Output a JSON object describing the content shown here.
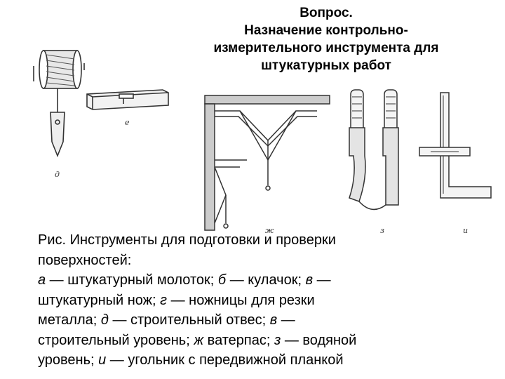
{
  "title": {
    "line1": "Вопрос.",
    "line2": "Назначение контрольно-",
    "line3": "измерительного инструмента для",
    "line4": "штукатурных работ"
  },
  "figures": {
    "plumb_label": "д",
    "level_label": "е",
    "waterpass_label": "ж",
    "water_level_label": "з",
    "square_label": "и"
  },
  "caption": {
    "line1": "Рис.  Инструменты для подготовки и проверки",
    "line2": "поверхностей:",
    "a_letter": "а",
    "a_text": " — штукатурный молоток; ",
    "b_letter": "б",
    "b_text": " — кулачок; ",
    "v_letter": "в",
    "v_text": " —",
    "line4": "штукатурный нож; ",
    "g_letter": "г",
    "g_text": " — ножницы для резки",
    "line5": "металла; ",
    "d_letter": "д",
    "d_text": " — строительный отвес; ",
    "v2_letter": "в",
    "v2_text": " —",
    "line6": "строительный уровень; ",
    "zh_letter": "ж",
    "zh_text": " ватерпас; ",
    "z_letter": "з",
    "z_text": " — водяной",
    "line7": "уровень; ",
    "i_letter": "и",
    "i_text": " — угольник с передвижной планкой"
  }
}
